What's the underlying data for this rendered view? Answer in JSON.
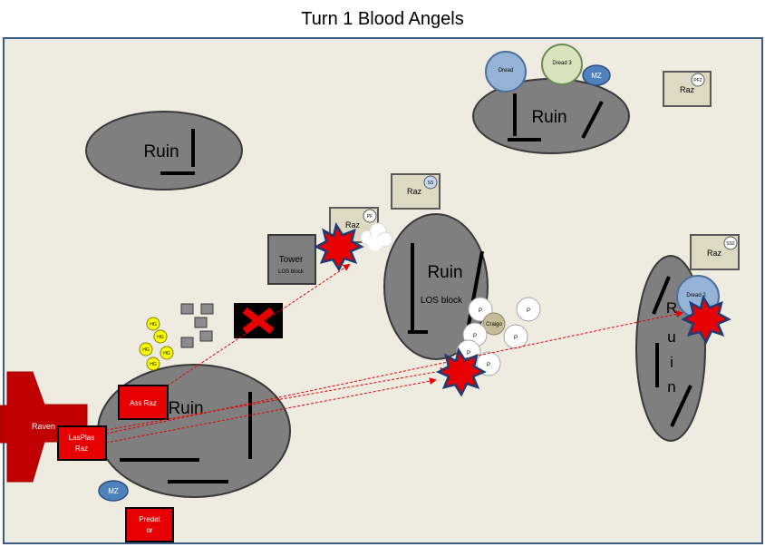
{
  "title": "Turn 1 Blood Angels",
  "colors": {
    "board_fill": "#eeebe1",
    "board_border": "#3d5a80",
    "ruin_fill": "#7f7f7f",
    "enemy_red": "#e60000",
    "dread_blue": "#95b3d7",
    "dread_green": "#d7e4bd",
    "mz_blue": "#4f81bd",
    "raz_tan": "#ddd9c3",
    "hg_yellow": "#ffff00"
  },
  "terrain": {
    "ruin_top_left": "Ruin",
    "ruin_top_right": "Ruin",
    "ruin_center": "Ruin",
    "ruin_center_sub": "LOS block",
    "ruin_bottom_left": "Ruin",
    "ruin_right_letters": [
      "R",
      "u",
      "i",
      "n"
    ],
    "tower": "Tower",
    "tower_sub": "LOS block"
  },
  "enemy": {
    "raz_top_right": "Raz",
    "raz_top_right_tag": "PF2",
    "raz_mid": "Raz",
    "raz_mid_tag": "SS",
    "raz_tower": "Raz",
    "raz_tower_tag": "PF",
    "raz_right": "Raz",
    "raz_right_tag": "SS2",
    "dread": "Dread",
    "dread3": "Dread 3",
    "dread2": "Dread 2",
    "mz_top": "MZ",
    "craigo": "Craigo",
    "p_label": "P"
  },
  "player": {
    "raven": "Raven",
    "ass_raz": "Ass Raz",
    "lasplas_line1": "LasPlas",
    "lasplas_line2": "Raz",
    "mz_bottom": "MZ",
    "predator_line1": "Predat",
    "predator_line2": "or",
    "hg_label": "HG"
  }
}
